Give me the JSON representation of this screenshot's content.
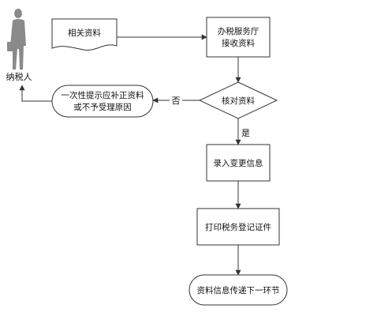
{
  "actor": {
    "label": "纳税人"
  },
  "nodes": {
    "documents": {
      "label": "相关资料"
    },
    "hall": {
      "line1": "办税服务厅",
      "line2": "接收资料"
    },
    "check": {
      "label": "核对资料"
    },
    "notify": {
      "line1": "一次性提示应补正资料",
      "line2": "或不予受理原因"
    },
    "record": {
      "label": "录入变更信息"
    },
    "print": {
      "label": "打印税务登记证件"
    },
    "transfer": {
      "label": "资料信息传递下一环节"
    }
  },
  "edges": {
    "no_label": "否",
    "yes_label": "是"
  },
  "colors": {
    "stroke": "#333333",
    "fill": "#ffffff",
    "actor": "#8a8a8a",
    "text": "#111111"
  }
}
